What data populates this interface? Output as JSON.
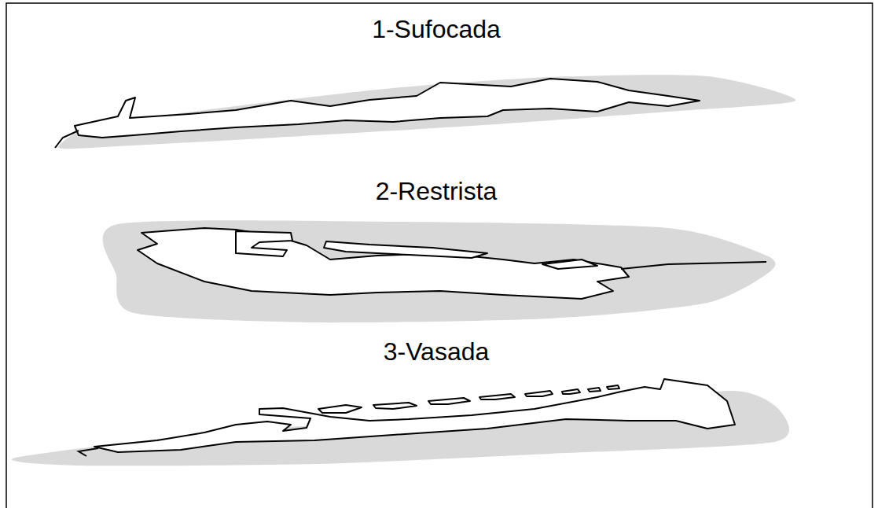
{
  "diagram": {
    "labels": [
      "1-Sufocada",
      "2-Restrista",
      "3-Vasada"
    ]
  }
}
